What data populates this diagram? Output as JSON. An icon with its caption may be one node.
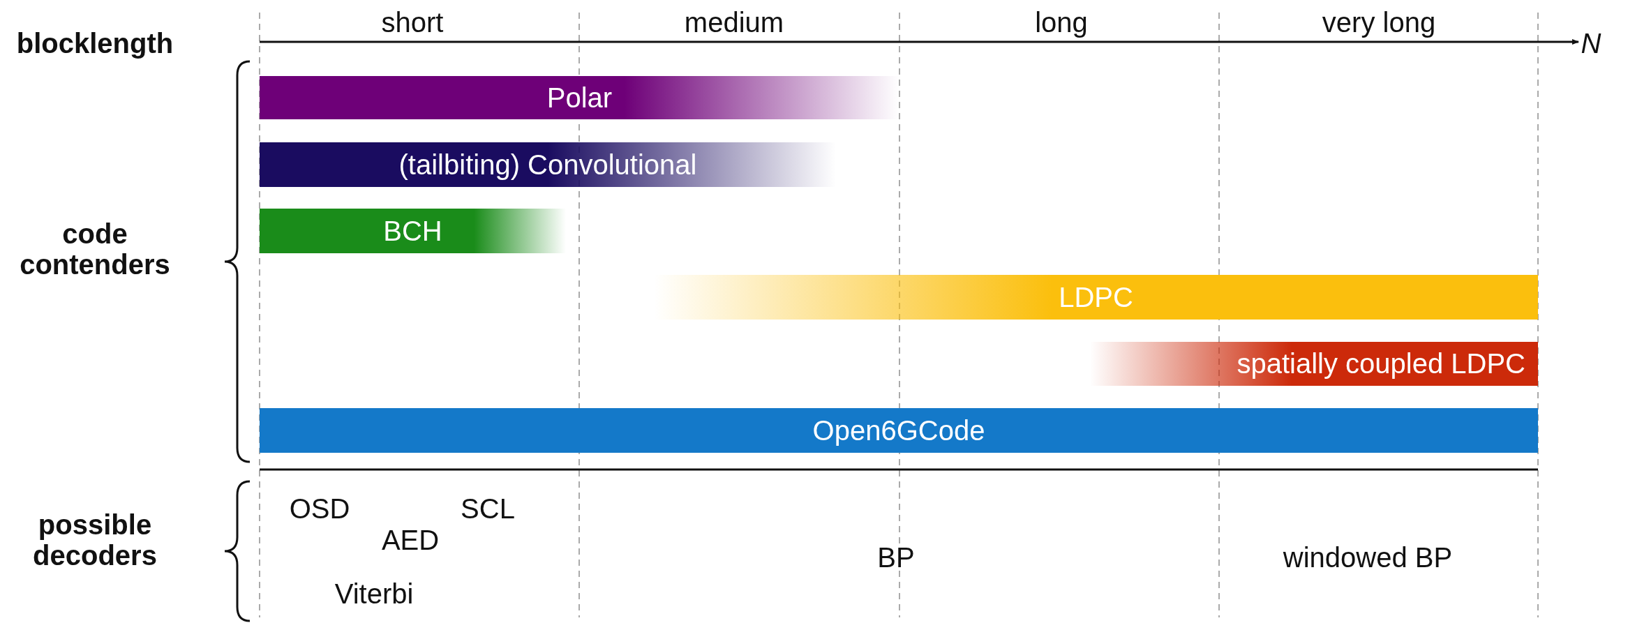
{
  "diagram": {
    "nodes": [
      {
        "text": [
          "Polar"
        ]
      },
      {
        "text": [
          "(tailbiting) Convolutional"
        ]
      },
      {
        "text": [
          "BCH"
        ]
      },
      {
        "text": [
          "LDPC"
        ]
      },
      {
        "text": [
          "spatially coupled LDPC"
        ]
      },
      {
        "text": [
          "Open6GCode"
        ]
      }
    ],
    "labels": [
      "blocklength",
      "short",
      "medium",
      "long",
      "very long",
      "N",
      "code contenders",
      "possible decoders",
      "OSD",
      "SCL",
      "AED",
      "BP",
      "windowed BP",
      "Viterbi"
    ]
  }
}
